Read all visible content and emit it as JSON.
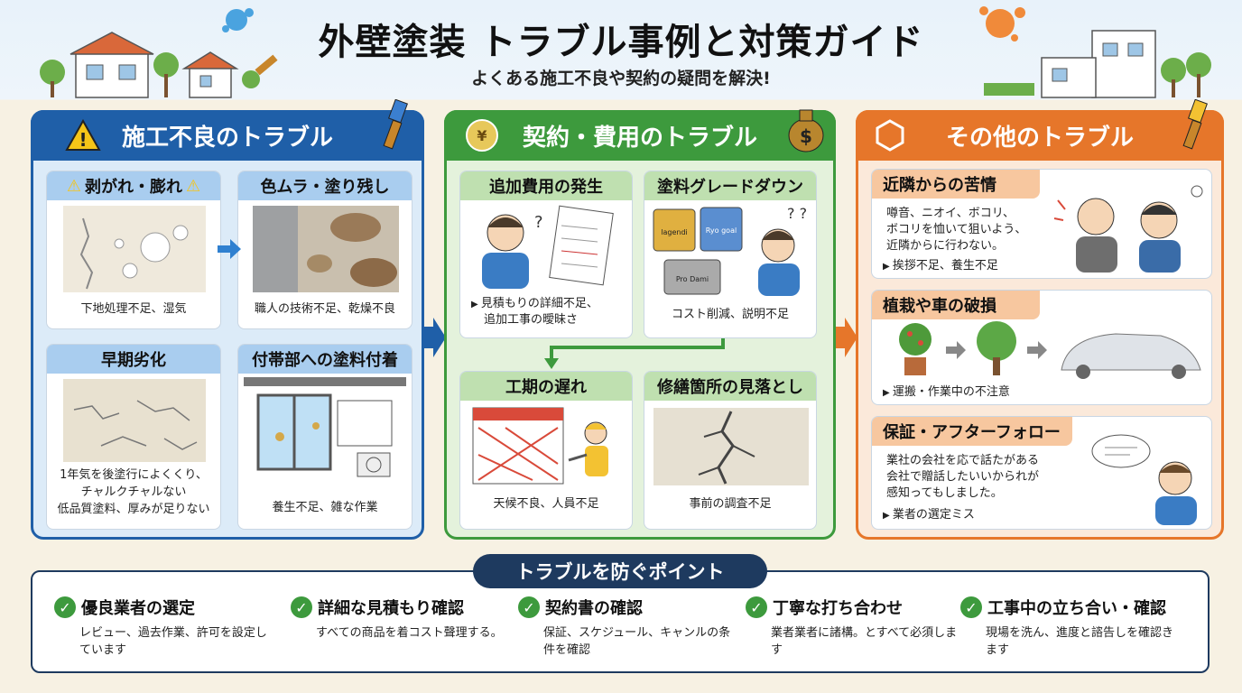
{
  "header": {
    "title": "外壁塗装 トラブル事例と対策ガイド",
    "subtitle": "よくある施工不良や契約の疑問を解決!"
  },
  "columns": {
    "blue": {
      "title": "施工不良のトラブル",
      "cards": [
        {
          "title": "剥がれ・膨れ",
          "caption": "下地処理不足、湿気"
        },
        {
          "title": "色ムラ・塗り残し",
          "caption": "職人の技術不足、乾燥不良"
        },
        {
          "title": "早期劣化",
          "caption_lines": [
            "1年気を後塗行によくくり、",
            "チャルクチャルない",
            "低品質塗料、厚みが足りない"
          ]
        },
        {
          "title": "付帯部への塗料付着",
          "caption": "養生不足、雑な作業"
        }
      ]
    },
    "green": {
      "title": "契約・費用のトラブル",
      "cards": [
        {
          "title": "追加費用の発生",
          "caption_lines": [
            "見積もりの詳細不足、",
            "追加工事の曖昧さ"
          ]
        },
        {
          "title": "塗料グレードダウン",
          "caption": "コスト削減、説明不足"
        },
        {
          "title": "工期の遅れ",
          "caption": "天候不良、人員不足"
        },
        {
          "title": "修繕箇所の見落とし",
          "caption": "事前の調査不足"
        }
      ]
    },
    "orange": {
      "title": "その他のトラブル",
      "cards": [
        {
          "title": "近隣からの苦情",
          "body_lines": [
            "噂音、ニオイ、ボコリ、",
            "ボコリを恤いて狙いよう、",
            "近隣からに行わない。"
          ],
          "cause": "挨拶不足、養生不足"
        },
        {
          "title": "植栽や車の破損",
          "cause": "運搬・作業中の不注意"
        },
        {
          "title": "保証・アフターフォロー",
          "body_lines": [
            "業社の会社を応で話たがある",
            "会社で贈話したいいかられが",
            "感知ってもしました。"
          ],
          "cause": "業者の選定ミス"
        }
      ]
    }
  },
  "points": {
    "heading": "トラブルを防ぐポイント",
    "items": [
      {
        "title": "優良業者の選定",
        "desc": "レビュー、過去作業、許可を設定しています"
      },
      {
        "title": "詳細な見積もり確認",
        "desc": "すべての商品を着コスト聲理する。"
      },
      {
        "title": "契約書の確認",
        "desc": "保証、スケジュール、キャンルの条件を確認"
      },
      {
        "title": "丁寧な打ち合わせ",
        "desc": "業者業者に諸構。とすべて必須します"
      },
      {
        "title": "工事中の立ち合い・確認",
        "desc": "現場を洗ん、進度と諮告しを確認きます"
      }
    ]
  },
  "colors": {
    "blue": "#1f5fa8",
    "green": "#3d9a3d",
    "orange": "#e6762a",
    "navy": "#1e3a5f"
  },
  "illustration_text": {
    "paint_can_1": "lagendi",
    "paint_can_2": "Ryo goal",
    "paint_can_3": "Pro Dami"
  }
}
